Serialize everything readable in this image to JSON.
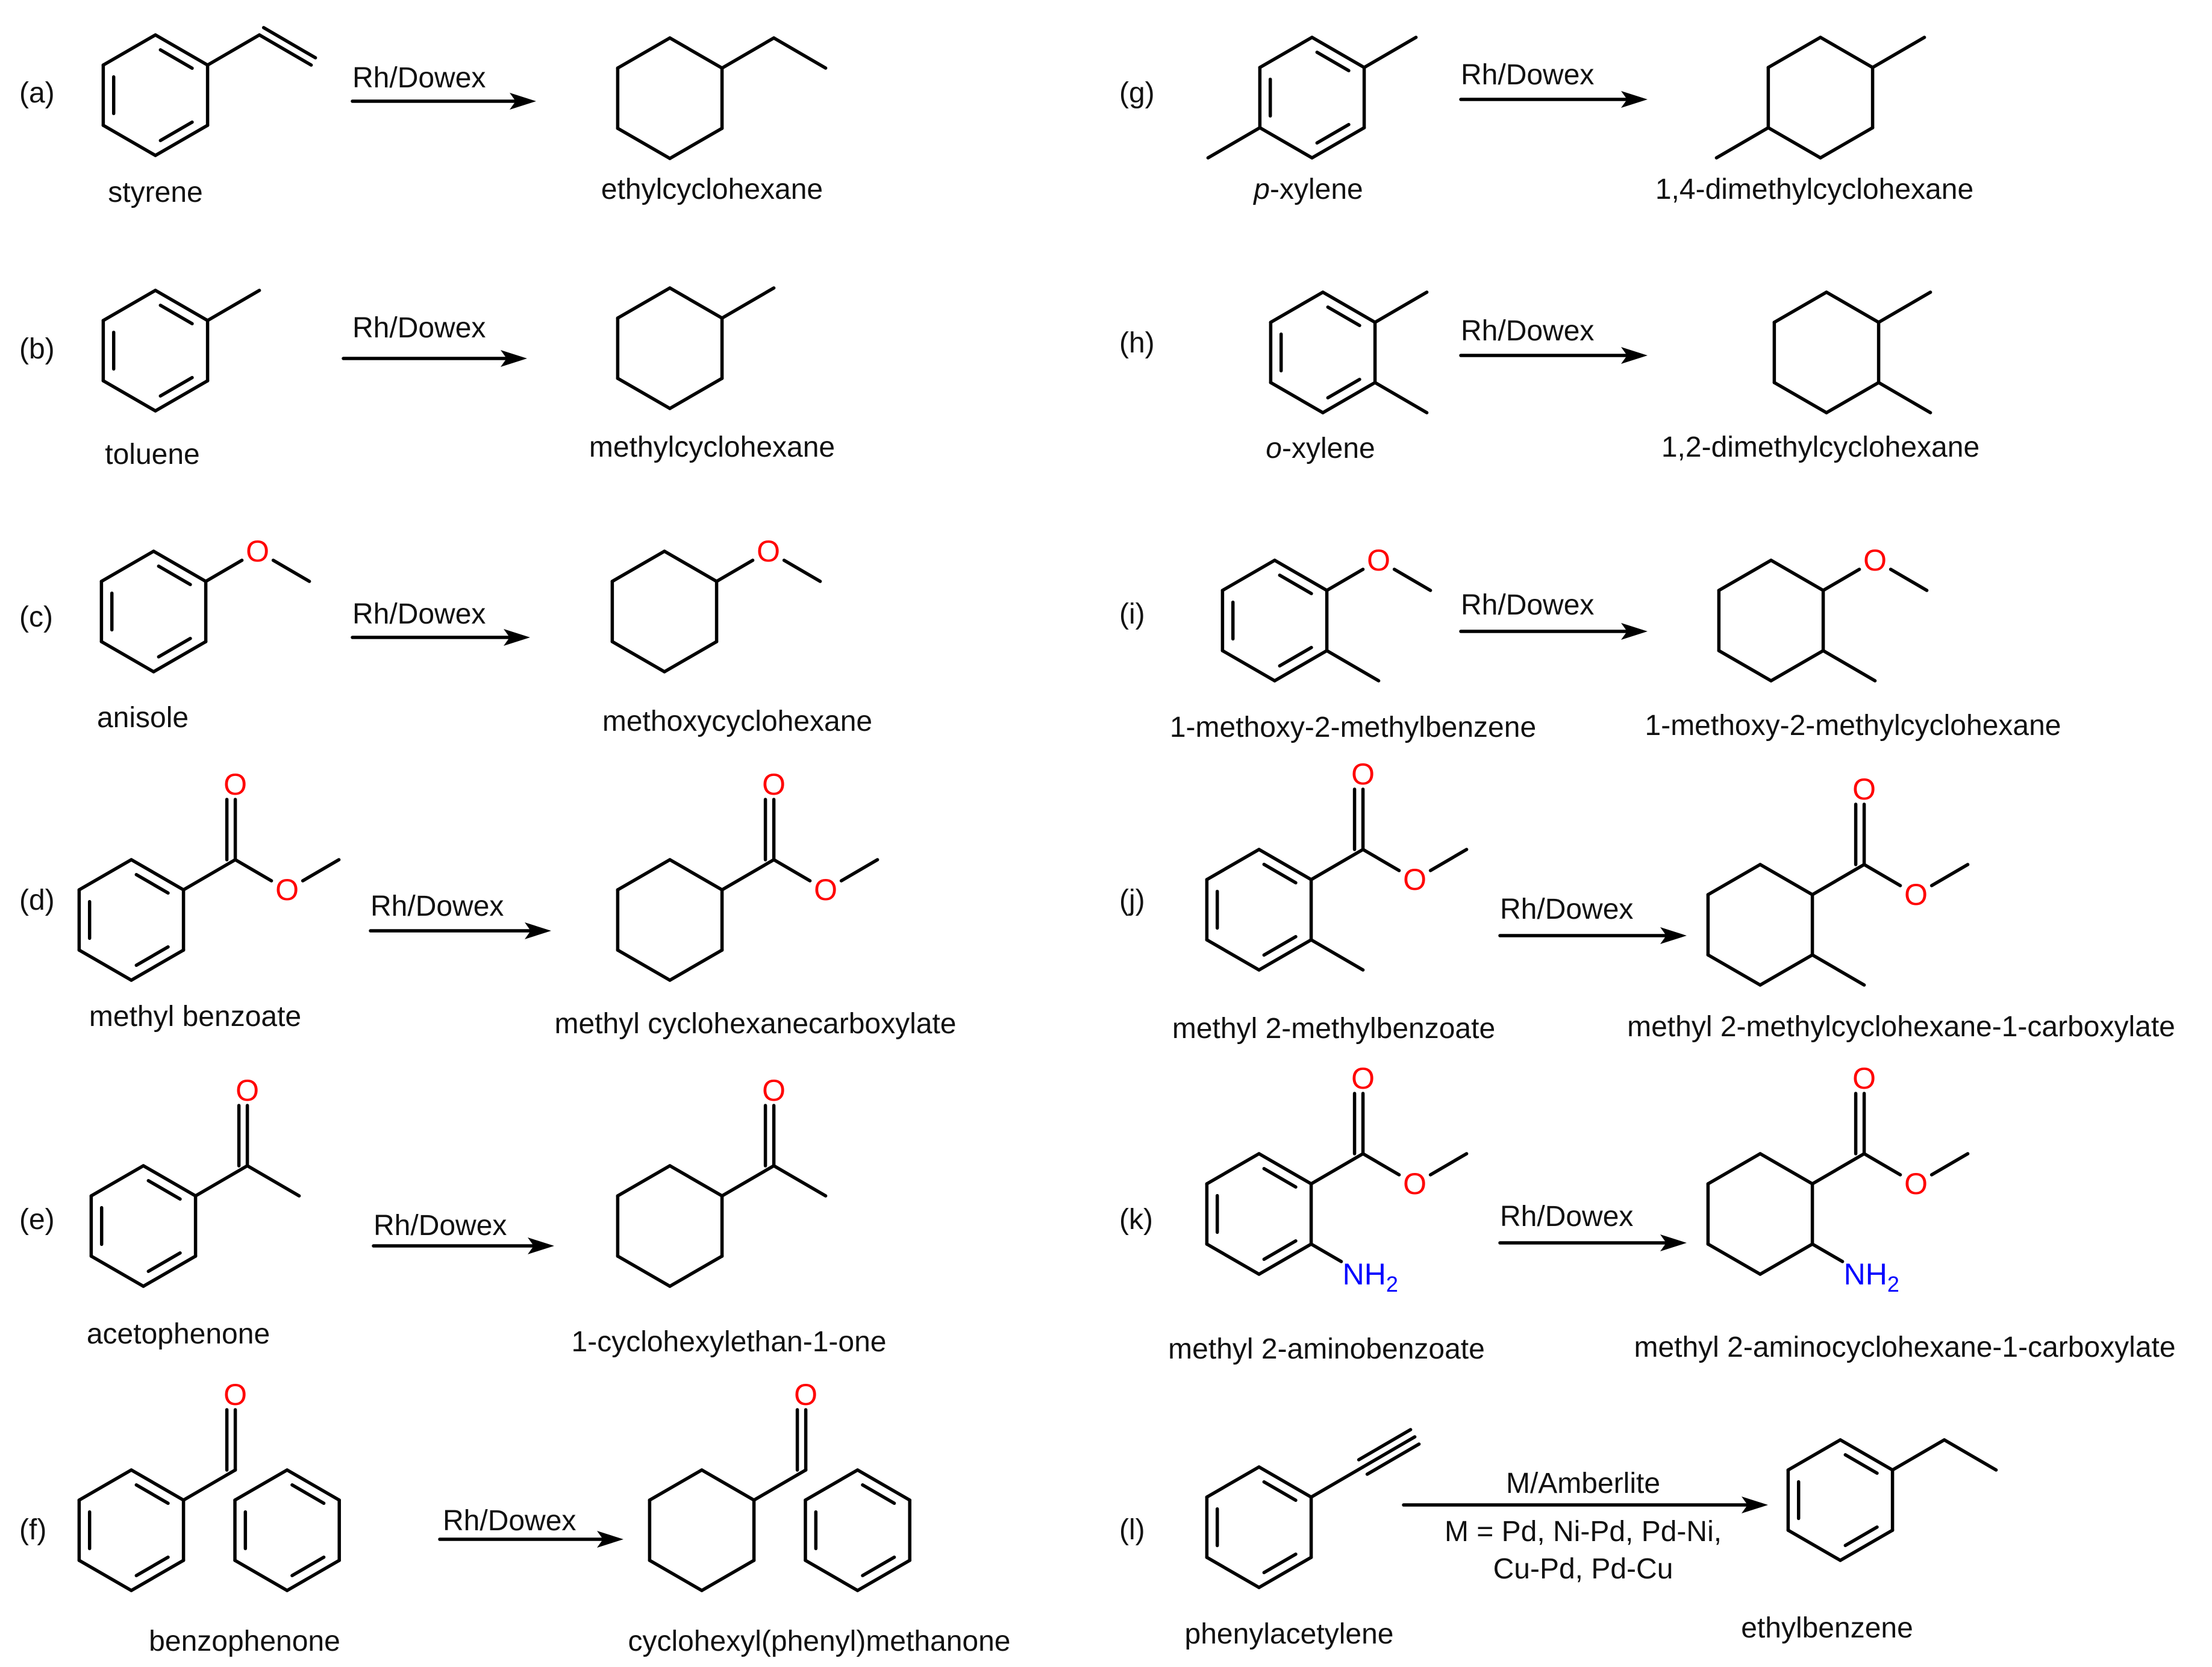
{
  "reactions": [
    {
      "letter": "(a)",
      "reagent": "Rh/Dowex",
      "reactant": "styrene",
      "product": "ethylcyclohexane"
    },
    {
      "letter": "(b)",
      "reagent": "Rh/Dowex",
      "reactant": "toluene",
      "product": "methylcyclohexane"
    },
    {
      "letter": "(c)",
      "reagent": "Rh/Dowex",
      "reactant": "anisole",
      "product": "methoxycyclohexane"
    },
    {
      "letter": "(d)",
      "reagent": "Rh/Dowex",
      "reactant": "methyl benzoate",
      "product": "methyl cyclohexanecarboxylate"
    },
    {
      "letter": "(e)",
      "reagent": "Rh/Dowex",
      "reactant": "acetophenone",
      "product": "1-cyclohexylethan-1-one"
    },
    {
      "letter": "(f)",
      "reagent": "Rh/Dowex",
      "reactant": "benzophenone",
      "product": "cyclohexyl(phenyl)methanone"
    },
    {
      "letter": "(g)",
      "reagent": "Rh/Dowex",
      "reactant_italic": "p",
      "reactant_rest": "-xylene",
      "product": "1,4-dimethylcyclohexane"
    },
    {
      "letter": "(h)",
      "reagent": "Rh/Dowex",
      "reactant_italic": "o",
      "reactant_rest": "-xylene",
      "product": "1,2-dimethylcyclohexane"
    },
    {
      "letter": "(i)",
      "reagent": "Rh/Dowex",
      "reactant": "1-methoxy-2-methylbenzene",
      "product": "1-methoxy-2-methylcyclohexane"
    },
    {
      "letter": "(j)",
      "reagent": "Rh/Dowex",
      "reactant": "methyl 2-methylbenzoate",
      "product": "methyl 2-methylcyclohexane-1-carboxylate"
    },
    {
      "letter": "(k)",
      "reagent": "Rh/Dowex",
      "reactant": "methyl 2-aminobenzoate",
      "product": "methyl 2-aminocyclohexane-1-carboxylate"
    },
    {
      "letter": "(l)",
      "reagent": "M/Amberlite",
      "conditions": [
        "M = Pd, Ni-Pd, Pd-Ni,",
        "Cu-Pd, Pd-Cu"
      ],
      "reactant": "phenylacetylene",
      "product": "ethylbenzene"
    }
  ],
  "atoms": {
    "oxygen": "O",
    "amine": "NH",
    "amine_sub": "2"
  },
  "colors": {
    "bond": "#000000",
    "oxygen": "#FF0000",
    "nitrogen": "#0000FF",
    "text": "#111111"
  }
}
